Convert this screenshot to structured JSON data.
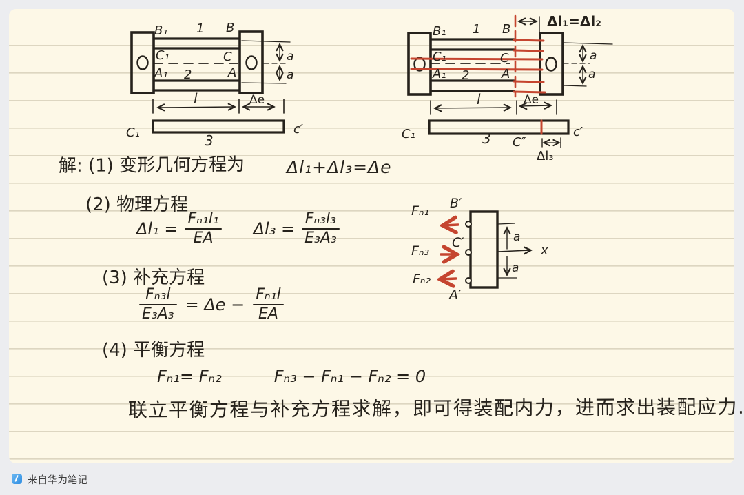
{
  "page": {
    "bg": "#ecedf0",
    "card_bg": "#fdf8e7",
    "ink": "#26221c",
    "red": "#c5452f",
    "rule_line": "rgba(125,115,80,0.28)"
  },
  "footer": {
    "icon": "huawei-notes-icon",
    "text": "来自华为笔记"
  },
  "diagram_left": {
    "B1": "B₁",
    "bar1": "1",
    "B": "B",
    "C1": "C₁",
    "C": "C",
    "A1": "A₁",
    "bar2": "2",
    "A": "A",
    "a_top": "a",
    "a_bot": "a",
    "l": "l",
    "de": "Δe",
    "bar3_C1": "C₁",
    "bar3": "3",
    "bar3_c2": "c′"
  },
  "diagram_right": {
    "delta_note": "Δl₁=Δl₂",
    "B1": "B₁",
    "bar1": "1",
    "B": "B",
    "C1": "C₁",
    "C": "C",
    "A1": "A₁",
    "bar2": "2",
    "A": "A",
    "a_top": "a",
    "a_bot": "a",
    "l": "l",
    "de": "Δe",
    "bar3_C1": "C₁",
    "bar3": "3",
    "C_dd": "C″",
    "bar3_c2": "c′",
    "dl3": "Δl₃"
  },
  "fbd": {
    "FN1": "Fₙ₁",
    "FN3": "Fₙ₃",
    "FN2": "Fₙ₂",
    "B": "B′",
    "C": "C′",
    "A": "A′",
    "a_top": "a",
    "a_bot": "a",
    "x": "x"
  },
  "solution": {
    "step1_label": "解: (1) 变形几何方程为",
    "step1_eq": "Δl₁+Δl₃=Δe",
    "step2_label": "(2) 物理方程",
    "eq2a_lhs": "Δl₁ =",
    "eq2a_num": "Fₙ₁l₁",
    "eq2a_den": "EA",
    "eq2b_lhs": "Δl₃ =",
    "eq2b_num": "Fₙ₃l₃",
    "eq2b_den": "E₃A₃",
    "step3_label": "(3) 补充方程",
    "eq3_num1": "Fₙ₃l",
    "eq3_den1": "E₃A₃",
    "eq3_mid": "= Δe −",
    "eq3_num2": "Fₙ₁l",
    "eq3_den2": "EA",
    "step4_label": "(4) 平衡方程",
    "eq4a": "Fₙ₁= Fₙ₂",
    "eq4b": "Fₙ₃ − Fₙ₁ − Fₙ₂ = 0",
    "summary": "联立平衡方程与补充方程求解，即可得装配内力，进而求出装配应力."
  }
}
